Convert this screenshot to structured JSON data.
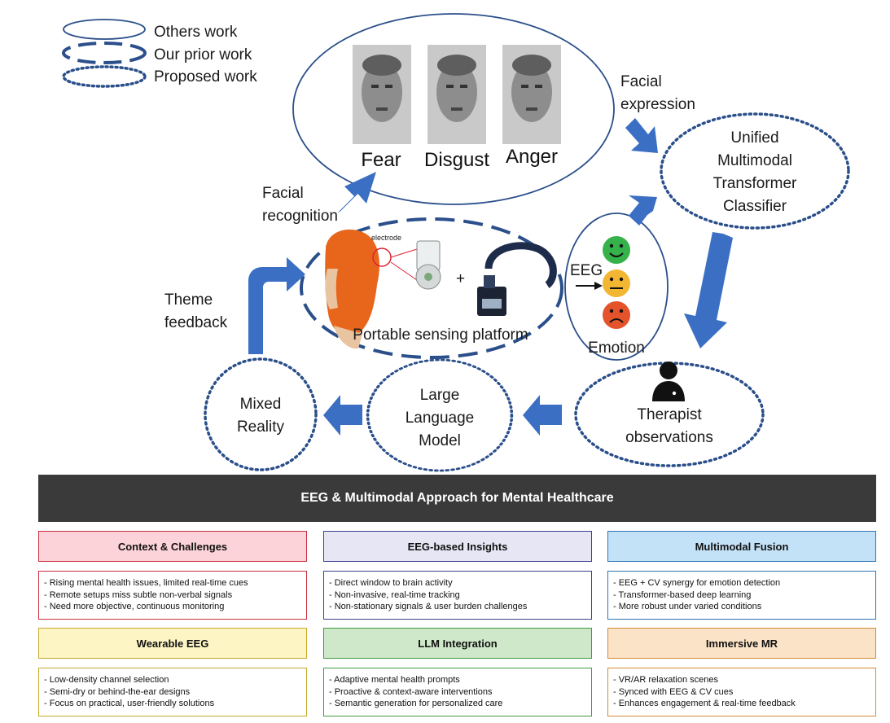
{
  "legend": {
    "others": "Others work",
    "prior": "Our prior work",
    "proposed": "Proposed work"
  },
  "faces": [
    "Fear",
    "Disgust",
    "Anger"
  ],
  "labels": {
    "facial_expression": [
      "Facial",
      "expression"
    ],
    "facial_recognition": [
      "Facial",
      "recognition"
    ],
    "transformer": [
      "Unified",
      "Multimodal",
      "Transformer",
      "Classifier"
    ],
    "theme_feedback": [
      "Theme",
      "feedback"
    ],
    "electrode": "electrode",
    "plus": "+",
    "platform": "Portable sensing platform",
    "eeg": "EEG",
    "emotion": "Emotion",
    "mixed_reality": [
      "Mixed",
      "Reality"
    ],
    "llm": [
      "Large",
      "Language",
      "Model"
    ],
    "therapist": [
      "Therapist",
      "observations"
    ]
  },
  "colors": {
    "accent": "#3b6fc4",
    "outline": "#2b4f8a",
    "banner": "#3a3a3a",
    "face_green": "#36b24a",
    "face_yellow": "#f2b632",
    "face_red": "#e4532b",
    "hair": "#e8661c"
  },
  "banner": "EEG & Multimodal Approach for Mental Healthcare",
  "cards": [
    {
      "title": "Context & Challenges",
      "head_bg": "#fcd3d8",
      "border": "#c9303f",
      "items": [
        "- Rising mental health issues, limited real-time cues",
        "- Remote setups miss subtle non-verbal signals",
        "- Need more objective, continuous monitoring"
      ]
    },
    {
      "title": "EEG-based Insights",
      "head_bg": "#e6e6f5",
      "border": "#3b3f8c",
      "items": [
        "- Direct window to brain activity",
        "- Non-invasive, real-time tracking",
        "- Non-stationary signals & user burden challenges"
      ]
    },
    {
      "title": "Multimodal Fusion",
      "head_bg": "#c4e2f7",
      "border": "#2f74b5",
      "items": [
        "- EEG + CV synergy for emotion detection",
        "- Transformer-based deep learning",
        "- More robust under varied conditions"
      ]
    },
    {
      "title": "Wearable EEG",
      "head_bg": "#fdf6c4",
      "border": "#c8a92c",
      "items": [
        "- Low-density channel selection",
        "- Semi-dry or behind-the-ear designs",
        "- Focus on practical, user-friendly solutions"
      ]
    },
    {
      "title": "LLM Integration",
      "head_bg": "#cfe8c9",
      "border": "#3f9a3f",
      "items": [
        "- Adaptive mental health prompts",
        "- Proactive & context-aware interventions",
        "- Semantic generation for personalized care"
      ]
    },
    {
      "title": "Immersive MR",
      "head_bg": "#fbe3c7",
      "border": "#d18a3a",
      "items": [
        "- VR/AR relaxation scenes",
        "- Synced with EEG & CV cues",
        "- Enhances engagement & real-time feedback"
      ]
    }
  ]
}
